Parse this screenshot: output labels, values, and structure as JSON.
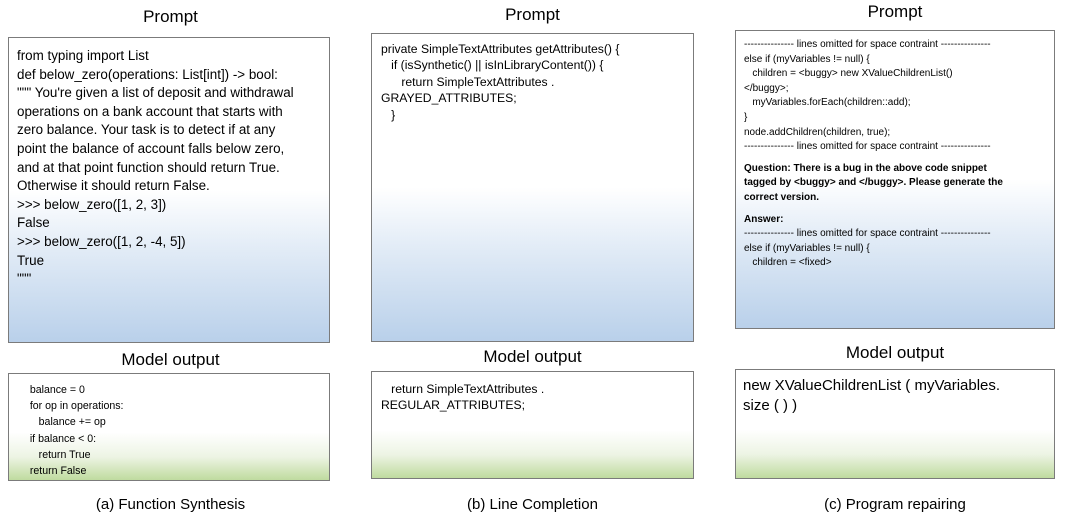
{
  "panels": [
    {
      "prompt_title": "Prompt",
      "prompt_lines": [
        "from typing import List",
        "",
        "def below_zero(operations: List[int]) -> bool:",
        "\"\"\" You're given a list of deposit and withdrawal",
        "operations on a bank account that starts with",
        "zero balance. Your task is to detect if at any",
        "point the balance of account falls below zero,",
        "and at that point function should return True.",
        "Otherwise it should return False.",
        ">>> below_zero([1, 2, 3])",
        "False",
        ">>> below_zero([1, 2, -4, 5])",
        "True",
        "\"\"\""
      ],
      "output_title": "Model output",
      "output_lines": [
        "   balance = 0",
        "   for op in operations:",
        "      balance += op",
        "   if balance < 0:",
        "      return True",
        "   return False"
      ],
      "caption": "(a) Function Synthesis"
    },
    {
      "prompt_title": "Prompt",
      "prompt_lines": [
        "private SimpleTextAttributes getAttributes() {",
        "   if (isSynthetic() || isInLibraryContent()) {",
        "      return SimpleTextAttributes .",
        "GRAYED_ATTRIBUTES;",
        "   }"
      ],
      "output_title": "Model output",
      "output_lines": [
        "   return SimpleTextAttributes .",
        "REGULAR_ATTRIBUTES;"
      ],
      "caption": "(b) Line Completion"
    },
    {
      "prompt_title": "Prompt",
      "prompt_lines_a": [
        "--------------- lines omitted for space contraint ---------------",
        "else if (myVariables != null) {",
        "   children = <buggy> new XValueChildrenList()",
        "</buggy>;",
        "   myVariables.forEach(children::add);",
        "}",
        "node.addChildren(children, true);",
        "--------------- lines omitted for space contraint ---------------"
      ],
      "question_lines": [
        "Question: There is a bug in the above code snippet",
        "tagged by <buggy> and </buggy>. Please generate the",
        "correct version."
      ],
      "answer_label": "Answer:",
      "prompt_lines_b": [
        "--------------- lines omitted for space contraint ---------------",
        "else if (myVariables != null) {",
        "   children = <fixed>"
      ],
      "output_title": "Model output",
      "output_lines": [
        "new XValueChildrenList ( myVariables.",
        "size ( ) )"
      ],
      "caption": "(c) Program repairing"
    }
  ]
}
